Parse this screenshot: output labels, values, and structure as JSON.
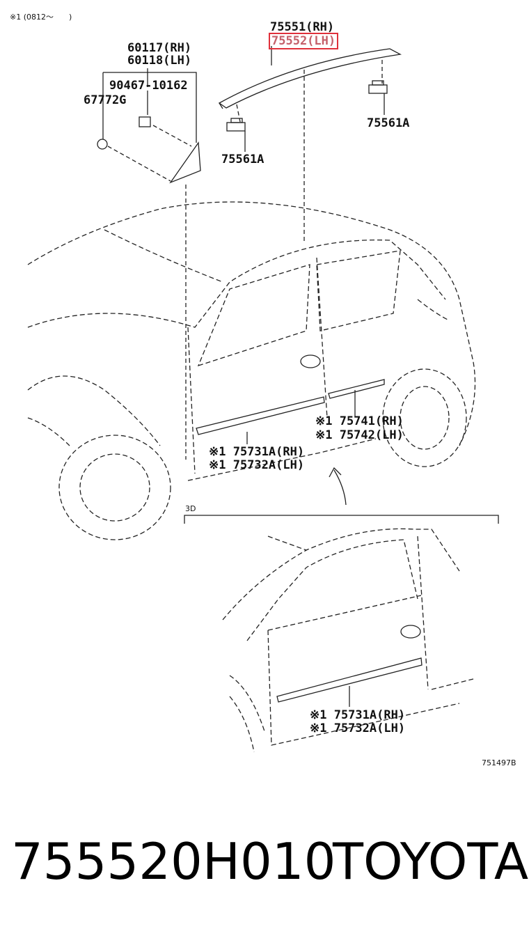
{
  "note_header": "※1 (0812～　　)",
  "labels": {
    "p75551": "75551(RH)",
    "p75552": "75552(LH)",
    "p60117": "60117(RH)",
    "p60118": "60118(LH)",
    "p90467": "90467-10162",
    "p67772": "67772G",
    "p75561a_top": "75561A",
    "p75561a_mid": "75561A",
    "p75741": "※1 75741(RH)",
    "p75742": "※1 75742(LH)",
    "p75731a": "※1 75731A(RH)",
    "p75732a": "※1 75732A(LH)",
    "p75731a_b": "※1 75731A(RH)",
    "p75732a_b": "※1 75732A(LH)",
    "variant": "3D",
    "diagram_id": "751497B"
  },
  "footer": {
    "part_number": "755520H010",
    "brand": "TOYOTA"
  },
  "colors": {
    "highlight": "#e0303a",
    "line": "#222222"
  }
}
